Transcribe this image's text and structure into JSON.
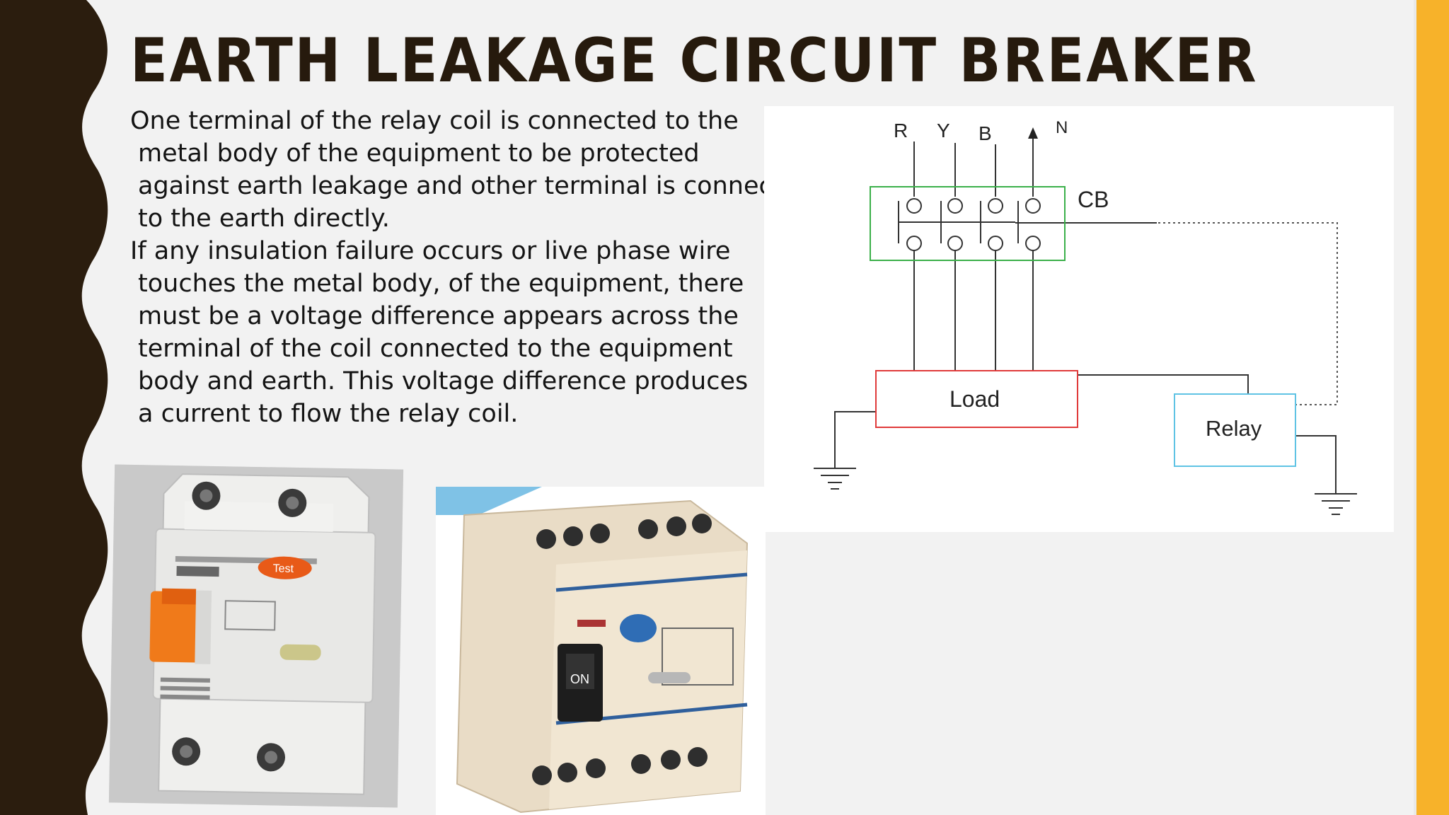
{
  "slide": {
    "title": "EARTH LEAKAGE CIRCUIT BREAKER",
    "paragraphs": [
      {
        "lines": [
          "One terminal of the relay coil is connected to the",
          "metal body of the equipment to be protected",
          "against earth leakage and other terminal is connected",
          "to the earth directly."
        ]
      },
      {
        "lines": [
          "If any insulation failure occurs or live phase wire",
          "touches the metal body, of the equipment, there",
          "must be a voltage difference appears across the",
          "terminal of the coil connected to the equipment",
          "body and earth. This voltage difference produces",
          "a current to flow the relay coil."
        ]
      }
    ]
  },
  "diagram": {
    "phase_labels": [
      "R",
      "Y",
      "B",
      "N"
    ],
    "cb_label": "CB",
    "load_label": "Load",
    "relay_label": "Relay",
    "colors": {
      "cb_box": "#3bb04a",
      "load_box": "#e03a3a",
      "relay_box": "#5fc3e4",
      "wire": "#333333"
    }
  },
  "photos": {
    "rcd_2pole": {
      "test_label": "Test"
    },
    "rcd_4pole": {
      "switch_label": "ON"
    }
  },
  "theme": {
    "left_band": "#2b1d0e",
    "right_band": "#f7b22a",
    "background": "#f2f2f2"
  }
}
